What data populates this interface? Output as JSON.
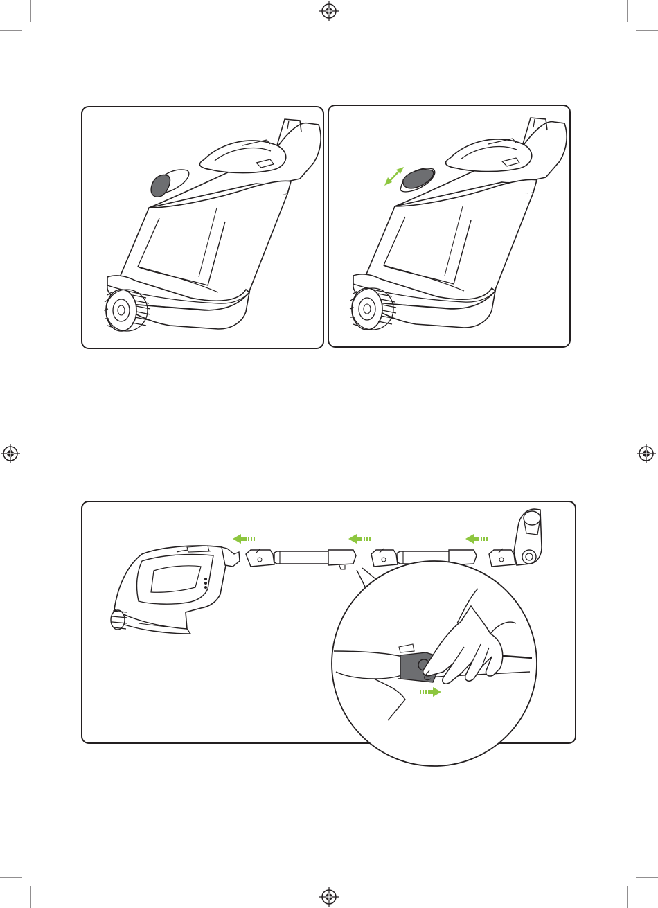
{
  "page": {
    "background": "#ffffff",
    "line_color": "#231f20",
    "accent_color": "#8dc63f",
    "button_shade": "#6d6e71"
  },
  "print_marks": {
    "registration_mark_icon": "registration-target-icon",
    "crop_mark_icon": "crop-mark-icon"
  },
  "figures": [
    {
      "id": "battery-pack-locked",
      "icon": "handheld-vacuum-body-icon",
      "button_state": "rest",
      "arrows": []
    },
    {
      "id": "battery-pack-release",
      "icon": "handheld-vacuum-body-icon",
      "button_state": "pressed",
      "arrows": [
        "double-arrow-icon"
      ]
    },
    {
      "id": "wand-disassembly",
      "icon": "stick-vacuum-wand-icon",
      "arrows": [
        "arrow-left-icon",
        "arrow-left-icon",
        "arrow-left-icon",
        "arrow-right-icon"
      ],
      "detail_callout": "hand-pressing-latch-icon"
    }
  ]
}
